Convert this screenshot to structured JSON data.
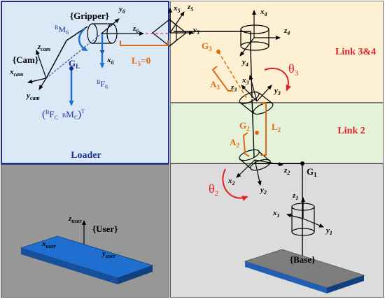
{
  "regions": {
    "loader": "Loader",
    "link34": "Link 3&4",
    "link2": "Link 2"
  },
  "frames": {
    "gripper": "{Gripper}",
    "cam": "{Cam}",
    "user": "{User}",
    "base": "{Base}"
  },
  "axes": {
    "x5": "x",
    "x5_sub": "5",
    "z5": "z",
    "z5_sub": "5",
    "y5": "y",
    "y5_sub": "5",
    "y6": "y",
    "y6_sub": "6",
    "z6": "z",
    "z6_sub": "6",
    "x6": "x",
    "x6_sub": "6",
    "zcam": "z",
    "zcam_sub": "cam",
    "xcam": "x",
    "xcam_sub": "cam",
    "ycam": "y",
    "ycam_sub": "cam",
    "x4": "x",
    "x4_sub": "4",
    "z4": "z",
    "z4_sub": "4",
    "y4": "y",
    "y4_sub": "4",
    "x3": "x",
    "x3_sub": "3",
    "z3": "z",
    "z3_sub": "3",
    "y3": "y",
    "y3_sub": "3",
    "z2": "z",
    "z2_sub": "2",
    "x2": "x",
    "x2_sub": "2",
    "y2": "y",
    "y2_sub": "2",
    "z1": "z",
    "z1_sub": "1",
    "x1": "x",
    "x1_sub": "1",
    "y1": "y",
    "y1_sub": "1",
    "zuser": "z",
    "zuser_sub": "user",
    "xuser": "x",
    "xuser_sub": "user",
    "yuser": "y",
    "yuser_sub": "user"
  },
  "labels": {
    "gl": "G",
    "gl_sub": "L",
    "g1": "G",
    "g1_sub": "1",
    "g2": "G",
    "g2_sub": "2",
    "g3": "G",
    "g3_sub": "3",
    "a2": "A",
    "a2_sub": "2",
    "a3": "A",
    "a3_sub": "3",
    "l2": "L",
    "l2_sub": "2",
    "l5": "L",
    "l5_sub": "5",
    "l5_eq": "=0",
    "m6_sup": "B",
    "m6": "M",
    "m6_sub": "6",
    "f6_sup": "B",
    "f6": "F",
    "f6_sub": "6",
    "fc_open": "(",
    "fc_sup": "B",
    "fc": "F",
    "fc_sub": "C",
    "mc_sup": "B",
    "mc": "M",
    "mc_sub": "C",
    "fc_close": ")",
    "fc_t": "T",
    "theta3": "θ",
    "theta3_sub": "3",
    "theta2": "θ",
    "theta2_sub": "2"
  },
  "colors": {
    "blue_text": "#1f2f9a",
    "red_text": "#e21f26",
    "orange": "#e06a10",
    "plate_blue": "#1f6fd0"
  }
}
